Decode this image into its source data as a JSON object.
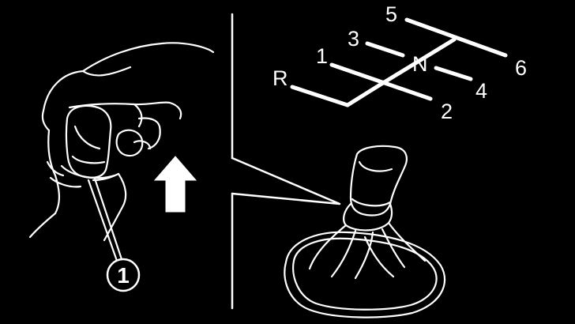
{
  "callout": {
    "number": "1"
  },
  "gear_pattern": {
    "reverse": "R",
    "neutral": "N",
    "gears": [
      "1",
      "2",
      "3",
      "4",
      "5",
      "6"
    ]
  },
  "colors": {
    "background": "#000000",
    "line": "#ffffff"
  },
  "icons": [
    "up-arrow-icon",
    "gear-shift-knob-icon",
    "hand-icon",
    "tool-icon"
  ]
}
